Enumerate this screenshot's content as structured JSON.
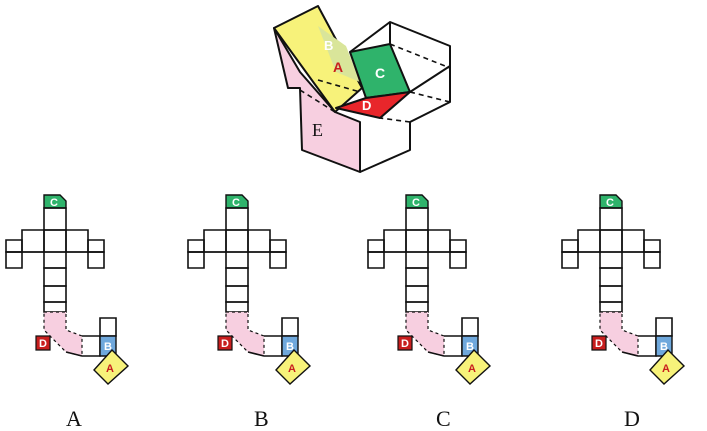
{
  "colors": {
    "yellow": "#f7f27a",
    "green": "#2fb36b",
    "red": "#e8262b",
    "pink": "#f7cfe0",
    "blue": "#6fa8dc",
    "darkred": "#c81e1e",
    "line": "#111111"
  },
  "solid": {
    "labels": {
      "a": "A",
      "b": "B",
      "c": "C",
      "d": "D",
      "e": "E"
    }
  },
  "options": [
    {
      "caption": "A",
      "labels": {
        "a": "A",
        "b": "B",
        "c": "C",
        "d": "D"
      }
    },
    {
      "caption": "B",
      "labels": {
        "a": "A",
        "b": "B",
        "c": "C",
        "d": "D"
      }
    },
    {
      "caption": "C",
      "labels": {
        "a": "A",
        "b": "B",
        "c": "C",
        "d": "D"
      }
    },
    {
      "caption": "D",
      "labels": {
        "a": "A",
        "b": "B",
        "c": "C",
        "d": "D"
      }
    }
  ]
}
